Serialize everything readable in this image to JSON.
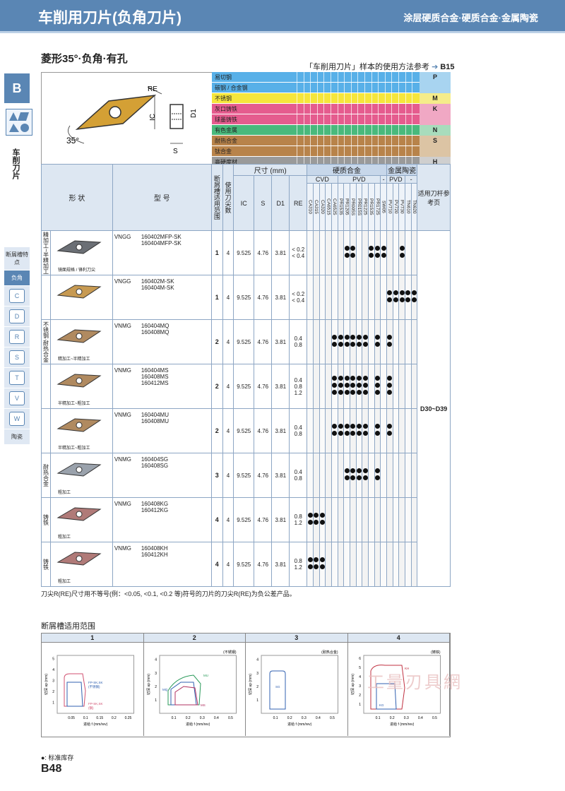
{
  "header": {
    "title": "车削用刀片(负角刀片)",
    "subtitle": "涂层硬质合金·硬质合金·金属陶瓷"
  },
  "section": {
    "title": "菱形35°·负角·有孔",
    "ref_text": "「车削用刀片」样本的使用方法参考",
    "ref_page": "B15"
  },
  "sidebar": {
    "letter": "B",
    "vertical": "车削刀片",
    "menu": [
      {
        "label": "断屑槽特点",
        "icon": ""
      },
      {
        "label": "负角",
        "icon": ""
      },
      {
        "label": "",
        "icon": "C"
      },
      {
        "label": "",
        "icon": "D"
      },
      {
        "label": "",
        "icon": "R"
      },
      {
        "label": "",
        "icon": "S"
      },
      {
        "label": "",
        "icon": "T"
      },
      {
        "label": "",
        "icon": "V"
      },
      {
        "label": "",
        "icon": "W"
      },
      {
        "label": "陶瓷",
        "icon": ""
      }
    ]
  },
  "drawing": {
    "angle": "35°",
    "labels": [
      "RE",
      "IC",
      "D1",
      "S"
    ]
  },
  "workpieces": [
    {
      "name": "易切钢",
      "code": "P",
      "color": "#58b0e8"
    },
    {
      "name": "碳钢 / 合金钢",
      "code": "",
      "color": "#58b0e8"
    },
    {
      "name": "不锈钢",
      "code": "M",
      "color": "#f5e63c"
    },
    {
      "name": "灰口铸铁",
      "code": "K",
      "color": "#e55c8e"
    },
    {
      "name": "球墨铸铁",
      "code": "",
      "color": "#e55c8e"
    },
    {
      "name": "有色金属",
      "code": "N",
      "color": "#49b97c"
    },
    {
      "name": "耐热合金",
      "code": "S",
      "color": "#b8834a"
    },
    {
      "name": "钛合金",
      "code": "",
      "color": "#b8834a"
    },
    {
      "name": "高硬度材",
      "code": "H",
      "color": "#9a9a9a"
    }
  ],
  "table": {
    "headers": {
      "shape": "形  状",
      "model": "型  号",
      "range": "断屑槽适用范围",
      "corners": "使用刀尖数",
      "dims": "尺寸 (mm)",
      "ic": "IC",
      "s": "S",
      "d1": "D1",
      "re": "RE",
      "carbide": "硬质合金",
      "cermet": "金属陶瓷",
      "cvd": "CVD",
      "pvd": "PVD",
      "dash": "-",
      "pvd2": "PVD",
      "dash2": "-",
      "holder": "适用刀杆参考页"
    },
    "grades": [
      "CA310",
      "CA315",
      "CA320",
      "CA6515",
      "CA6525",
      "PR1535",
      "PR1205",
      "PR005S",
      "PR015S",
      "PR1225",
      "PR1535",
      "PR1725",
      "SW05",
      "PV710",
      "PV720",
      "PV730",
      "TN610",
      "TN620"
    ],
    "holder_page": "D30~D39",
    "rows": [
      {
        "group": "精加工~半精加工",
        "shape_caption": "镜面规格 / 锋利刀尖",
        "series": "VNGG",
        "models": [
          "160402MFP-SK",
          "160404MFP-SK"
        ],
        "range": "1",
        "corners": "4",
        "ic": "9.525",
        "s": "4.76",
        "d1": "3.81",
        "re": [
          "< 0.2",
          "< 0.4"
        ],
        "dots": [
          [
            6,
            7,
            10,
            11,
            12,
            15
          ],
          [
            6,
            7,
            10,
            11,
            12,
            15
          ]
        ]
      },
      {
        "group": "",
        "shape_caption": "",
        "series": "VNGG",
        "models": [
          "160402M-SK",
          "160404M-SK"
        ],
        "range": "1",
        "corners": "4",
        "ic": "9.525",
        "s": "4.76",
        "d1": "3.81",
        "re": [
          "< 0.2",
          "< 0.4"
        ],
        "dots": [
          [
            13,
            14,
            15,
            16,
            17
          ],
          [
            13,
            14,
            15,
            16,
            17
          ]
        ]
      },
      {
        "group": "不锈钢·耐热合金",
        "shape_caption": "精加工~半精加工",
        "series": "VNMG",
        "models": [
          "160404MQ",
          "160408MQ"
        ],
        "range": "2",
        "corners": "4",
        "ic": "9.525",
        "s": "4.76",
        "d1": "3.81",
        "re": [
          "0.4",
          "0.8"
        ],
        "dots": [
          [
            4,
            5,
            6,
            7,
            8,
            9,
            11,
            13
          ],
          [
            4,
            5,
            6,
            7,
            8,
            9,
            11,
            13
          ]
        ]
      },
      {
        "group": "",
        "shape_caption": "半精加工~粗加工",
        "series": "VNMG",
        "models": [
          "160404MS",
          "160408MS",
          "160412MS"
        ],
        "range": "2",
        "corners": "4",
        "ic": "9.525",
        "s": "4.76",
        "d1": "3.81",
        "re": [
          "0.4",
          "0.8",
          "1.2"
        ],
        "dots": [
          [
            4,
            5,
            6,
            7,
            8,
            9,
            11,
            13
          ],
          [
            4,
            5,
            6,
            7,
            8,
            9,
            11,
            13
          ],
          [
            4,
            5,
            6,
            7,
            8,
            9,
            11,
            13
          ]
        ]
      },
      {
        "group": "",
        "shape_caption": "半精加工~粗加工",
        "series": "VNMG",
        "models": [
          "160404MU",
          "160408MU"
        ],
        "range": "2",
        "corners": "4",
        "ic": "9.525",
        "s": "4.76",
        "d1": "3.81",
        "re": [
          "0.4",
          "0.8"
        ],
        "dots": [
          [
            4,
            5,
            6,
            7,
            8,
            9,
            11,
            13
          ],
          [
            4,
            5,
            6,
            7,
            8,
            9,
            11,
            13
          ]
        ]
      },
      {
        "group": "耐热合金",
        "shape_caption": "粗加工",
        "series": "VNMG",
        "models": [
          "160404SG",
          "160408SG"
        ],
        "range": "3",
        "corners": "4",
        "ic": "9.525",
        "s": "4.76",
        "d1": "3.81",
        "re": [
          "0.4",
          "0.8"
        ],
        "dots": [
          [
            6,
            7,
            8,
            9,
            11
          ],
          [
            6,
            7,
            8,
            9,
            11
          ]
        ]
      },
      {
        "group": "铸铁",
        "shape_caption": "粗加工",
        "series": "VNMG",
        "models": [
          "160408KG",
          "160412KG"
        ],
        "range": "4",
        "corners": "4",
        "ic": "9.525",
        "s": "4.76",
        "d1": "3.81",
        "re": [
          "0.8",
          "1.2"
        ],
        "dots": [
          [
            0,
            1,
            2
          ],
          [
            0,
            1,
            2
          ]
        ]
      },
      {
        "group": "铸铁",
        "shape_caption": "粗加工",
        "series": "VNMG",
        "models": [
          "160408KH",
          "160412KH"
        ],
        "range": "4",
        "corners": "4",
        "ic": "9.525",
        "s": "4.76",
        "d1": "3.81",
        "re": [
          "0.8",
          "1.2"
        ],
        "dots": [
          [
            0,
            1,
            2
          ],
          [
            0,
            1,
            2
          ]
        ]
      }
    ]
  },
  "note": "刀尖R(RE)尺寸用不等号(例：<0.05, <0.1, <0.2 等)符号的刀片的刀尖R(RE)为负公差产品。",
  "range_title": "断屑槽适用范围",
  "charts": [
    {
      "id": "1",
      "material": "",
      "ylabel": "切深 ap (mm)",
      "xlabel": "进给 f (mm/rev)",
      "yticks": [
        "1",
        "2",
        "3",
        "4",
        "5"
      ],
      "xticks": [
        "0.05",
        "0.1",
        "0.15",
        "0.2",
        "0.25"
      ],
      "labels": [
        "FP-SK,SK",
        "(不锈钢)",
        "FP-SK,SK",
        "(钢)"
      ]
    },
    {
      "id": "2",
      "material": "(不锈钢)",
      "ylabel": "切深 ap (mm)",
      "xlabel": "进给 f (mm/rev)",
      "yticks": [
        "1",
        "2",
        "3",
        "4"
      ],
      "xticks": [
        "0.1",
        "0.2",
        "0.3",
        "0.4",
        "0.5"
      ],
      "labels": [
        "MU",
        "MQ",
        "MS"
      ]
    },
    {
      "id": "3",
      "material": "(耐热合金)",
      "ylabel": "切深 ap (mm)",
      "xlabel": "进给 f (mm/rev)",
      "yticks": [
        "1",
        "2",
        "3",
        "4"
      ],
      "xticks": [
        "0.1",
        "0.2",
        "0.3",
        "0.4",
        "0.5"
      ],
      "labels": [
        "SG"
      ]
    },
    {
      "id": "4",
      "material": "(铸铁)",
      "ylabel": "切深 ap (mm)",
      "xlabel": "进给 f (mm/rev)",
      "yticks": [
        "1",
        "2",
        "3",
        "4",
        "5",
        "6"
      ],
      "xticks": [
        "0.1",
        "0.2",
        "0.3",
        "0.4",
        "0.5"
      ],
      "labels": [
        "KH",
        "KG"
      ]
    }
  ],
  "legend": "●: 标准库存",
  "page_number": "B48",
  "watermark": "工量刃具網"
}
